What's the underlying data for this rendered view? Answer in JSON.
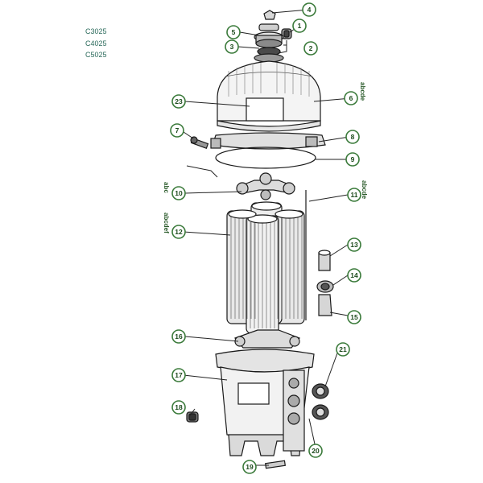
{
  "models": [
    "C3025",
    "C4025",
    "C5025"
  ],
  "callouts": [
    {
      "id": "c1",
      "num": "1",
      "letters": ""
    },
    {
      "id": "c2",
      "num": "2",
      "letters": ""
    },
    {
      "id": "c3",
      "num": "3",
      "letters": ""
    },
    {
      "id": "c4",
      "num": "4",
      "letters": ""
    },
    {
      "id": "c5",
      "num": "5",
      "letters": ""
    },
    {
      "id": "c6",
      "num": "6",
      "letters": "abcde"
    },
    {
      "id": "c7",
      "num": "7",
      "letters": ""
    },
    {
      "id": "c8",
      "num": "8",
      "letters": ""
    },
    {
      "id": "c9",
      "num": "9",
      "letters": ""
    },
    {
      "id": "c10",
      "num": "10",
      "letters": "abc"
    },
    {
      "id": "c11",
      "num": "11",
      "letters": "abcde"
    },
    {
      "id": "c12",
      "num": "12",
      "letters": "abcdef"
    },
    {
      "id": "c13",
      "num": "13",
      "letters": ""
    },
    {
      "id": "c14",
      "num": "14",
      "letters": ""
    },
    {
      "id": "c15",
      "num": "15",
      "letters": ""
    },
    {
      "id": "c16",
      "num": "16",
      "letters": ""
    },
    {
      "id": "c17",
      "num": "17",
      "letters": ""
    },
    {
      "id": "c18",
      "num": "18",
      "letters": ""
    },
    {
      "id": "c19",
      "num": "19",
      "letters": ""
    },
    {
      "id": "c20",
      "num": "20",
      "letters": ""
    },
    {
      "id": "c21",
      "num": "21",
      "letters": ""
    },
    {
      "id": "c23",
      "num": "23",
      "letters": ""
    }
  ]
}
